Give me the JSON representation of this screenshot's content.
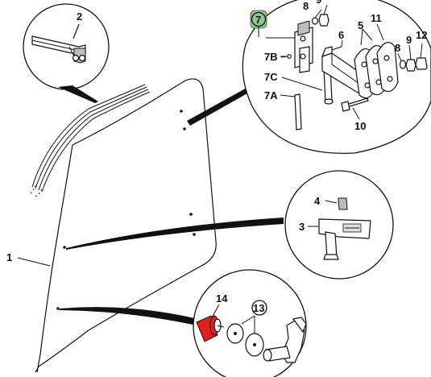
{
  "callouts": {
    "c1": "1",
    "c2": "2",
    "c3": "3",
    "c4": "4",
    "c5": "5",
    "c6": "6",
    "c7": "7",
    "c7a": "7A",
    "c7b": "7B",
    "c7c": "7C",
    "c8a": "8",
    "c8b": "8",
    "c9a": "9",
    "c9b": "9",
    "c10": "10",
    "c11": "11",
    "c12": "12",
    "c13": "13",
    "c14": "14"
  },
  "colors": {
    "highlight_callout": "#8fc98a",
    "highlight_part": "#e02020"
  }
}
